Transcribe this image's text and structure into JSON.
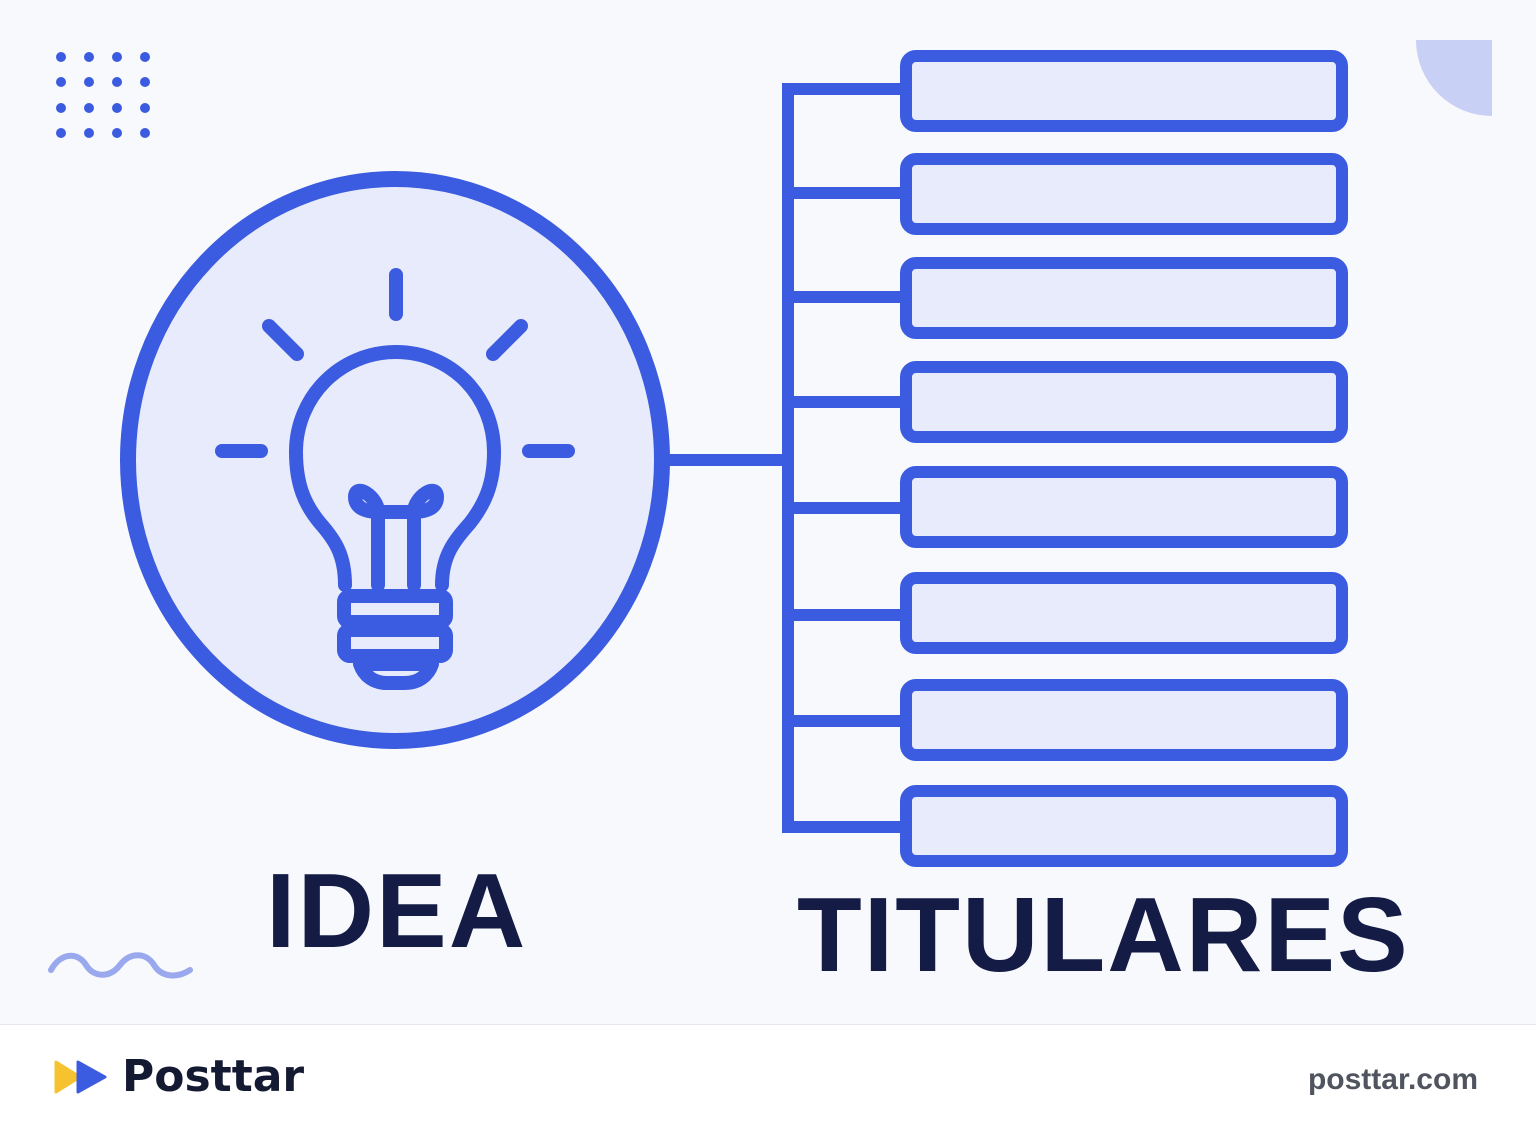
{
  "diagram": {
    "center_label": "IDEA",
    "list_label": "TITULARES",
    "center_icon": "lightbulb-icon",
    "list_item_count": 8
  },
  "footer": {
    "brand_name": "Posttar",
    "brand_icon": "play-arrows-icon",
    "website": "posttar.com"
  },
  "colors": {
    "accent": "#3b5be0",
    "fill": "#e8ebfb",
    "text": "#141c46",
    "background": "#f8f9fc",
    "decor_light": "#c9d0f6",
    "logo_yellow": "#f7c230",
    "logo_blue": "#3b5be0"
  }
}
